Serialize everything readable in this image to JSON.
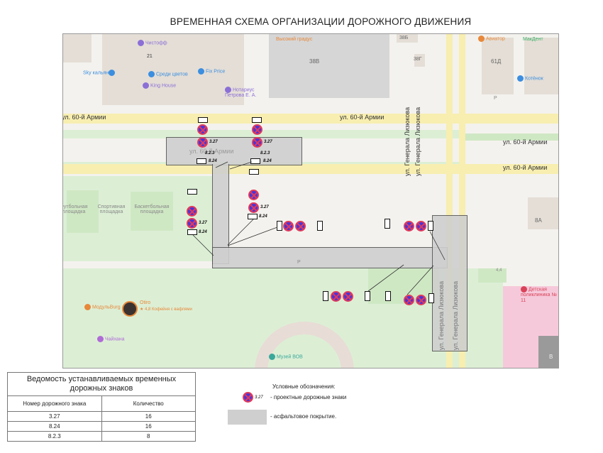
{
  "title": "ВРЕМЕННАЯ СХЕМА  ОРГАНИЗАЦИИ ДОРОЖНОГО ДВИЖЕНИЯ",
  "map": {
    "streets": [
      {
        "label": "ул. 60-й Армии"
      },
      {
        "label": "ул. 60-й Армии"
      },
      {
        "label": "ул. 60-й Армии"
      },
      {
        "label": "ул. 60-й Армии"
      },
      {
        "label": "ул. 60-й Армии"
      },
      {
        "label": "ул. Генерала Лизюкова"
      },
      {
        "label": "ул. Генерала Лизюкова"
      },
      {
        "label": "ул. Генерала Лизюкова"
      },
      {
        "label": "ул. Генерала Лизюкова"
      },
      {
        "label": "ул. Г"
      },
      {
        "label": "ул. Г"
      }
    ],
    "buildings": [
      "21",
      "38В",
      "38Б",
      "38Г",
      "61Д",
      "8А",
      "В"
    ],
    "pois": [
      {
        "name": "Чистофф",
        "color": "#8b6fd6"
      },
      {
        "name": "Sky кальян",
        "color": "#3b8ee0"
      },
      {
        "name": "Среди цветов",
        "color": "#3b8ee0"
      },
      {
        "name": "Fix Price",
        "color": "#3b8ee0"
      },
      {
        "name": "King House",
        "color": "#8b6fd6"
      },
      {
        "name": "Нотариус Петрова Е. А.",
        "color": "#8b6fd6"
      },
      {
        "name": "Высокий градус",
        "color": "#e8883a"
      },
      {
        "name": "Авиатор",
        "color": "#e8883a"
      },
      {
        "name": "МакДент",
        "color": "#3fb36a"
      },
      {
        "name": "Котёнок",
        "color": "#3b8ee0"
      },
      {
        "name": "Детская поликлиника № 11",
        "color": "#d9435a"
      },
      {
        "name": "Otiro",
        "color": "#e8883a"
      },
      {
        "name": "★ 4,8 Кофейня с вафлями",
        "color": "#e8883a"
      },
      {
        "name": "МодульBurg",
        "color": "#e8883a"
      },
      {
        "name": "Чайхана",
        "color": "#b06bd6"
      },
      {
        "name": "Музей ВОВ",
        "color": "#3aa89a"
      }
    ],
    "areas": [
      "Спортивная площадка",
      "Баскетбольная площадка",
      "Футбольная площадка"
    ],
    "misc_labels": [
      "Р",
      "Р",
      "4,4"
    ],
    "sign_codes": {
      "no_stopping": "3.27",
      "tow_truck": "8.24",
      "zone": "8.2.3"
    }
  },
  "table": {
    "caption": "Ведомость устанавливаемых временных дорожных знаков",
    "headers": [
      "Номер дорожного знака",
      "Количество"
    ],
    "rows": [
      {
        "sign": "3.27",
        "count": "16"
      },
      {
        "sign": "8.24",
        "count": "16"
      },
      {
        "sign": "8.2.3",
        "count": "8"
      }
    ]
  },
  "legend": {
    "title": "Условные обозначения:",
    "items": [
      {
        "symbol_label": "3.27",
        "text": "- проектные дорожные знаки",
        "color": "#4a34d8"
      },
      {
        "symbol_label": "",
        "text": "- асфальтовое покрытие.",
        "color": "#cfcfcf"
      }
    ]
  }
}
